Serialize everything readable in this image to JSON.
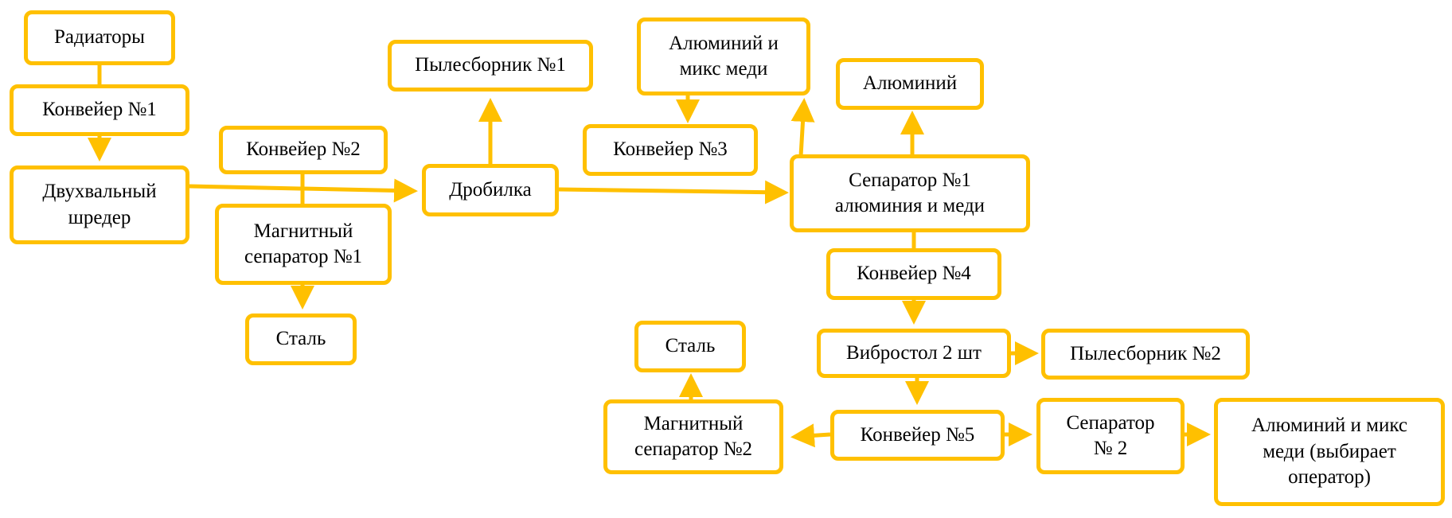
{
  "diagram": {
    "accent_color": "#FFC000",
    "nodes": {
      "radiators": "Радиаторы",
      "conveyor1": "Конвейер №1",
      "shredder": "Двухвальный\nшредер",
      "conveyor2": "Конвейер №2",
      "magsep1": "Магнитный\nсепаратор №1",
      "steel1": "Сталь",
      "crusher": "Дробилка",
      "dust1": "Пылесборник №1",
      "almix1": "Алюминий и\nмикс меди",
      "conveyor3": "Конвейер №3",
      "aluminum": "Алюминий",
      "sep1": "Сепаратор №1\nалюминия и меди",
      "conveyor4": "Конвейер №4",
      "vibro": "Вибростол 2 шт",
      "dust2": "Пылесборник №2",
      "steel2": "Сталь",
      "magsep2": "Магнитный\nсепаратор №2",
      "conveyor5": "Конвейер №5",
      "sep2": "Сепаратор\n№ 2",
      "almix2": "Алюминий и микс\nмеди (выбирает\nоператор)"
    }
  }
}
